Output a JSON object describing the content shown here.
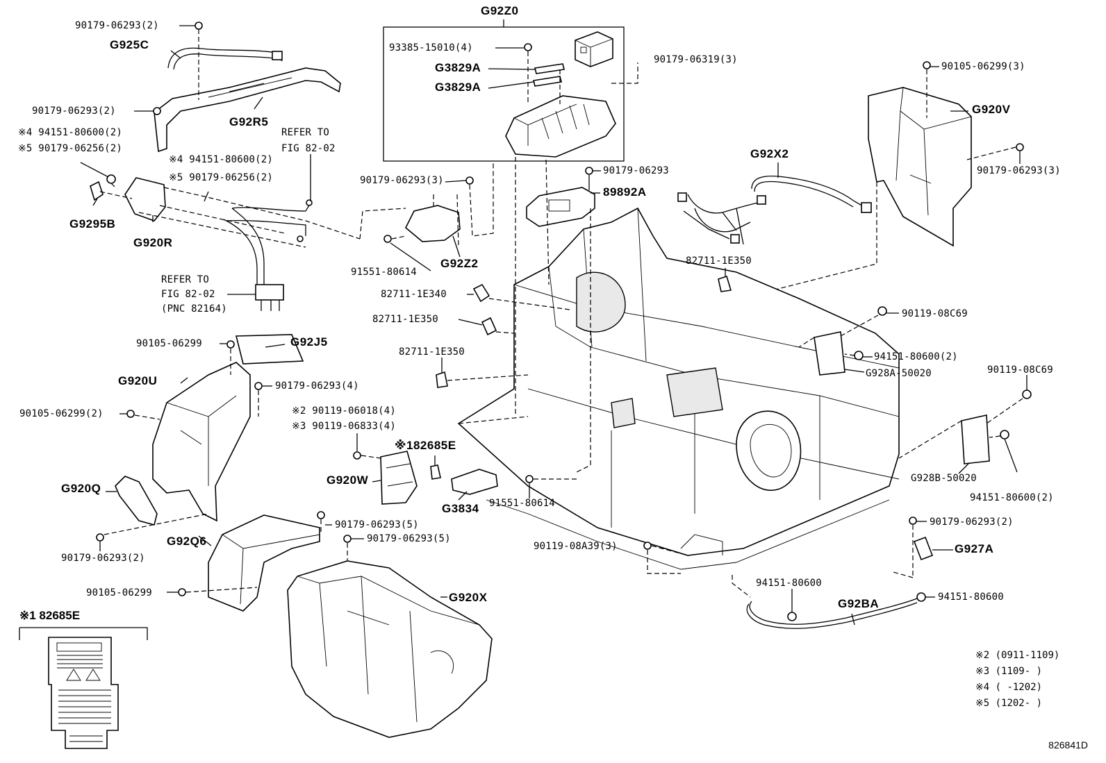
{
  "labels": {
    "l01": "90179-06293(2)",
    "l02": "G925C",
    "l03": "90179-06293(2)",
    "l04": "G92R5",
    "l05": "※4 94151-80600(2)",
    "l06": "※5 90179-06256(2)",
    "l07": "REFER TO",
    "l08": "FIG 82-02",
    "l09": "※4 94151-80600(2)",
    "l10": "※5 90179-06256(2)",
    "l11": "G9295B",
    "l12": "G920R",
    "l13": "REFER TO",
    "l14": "FIG 82-02",
    "l15": "(PNC 82164)",
    "l16": "G92Z0",
    "l17": "93385-15010(4)",
    "l18": "G3829A",
    "l19": "G3829A",
    "l20": "90179-06319(3)",
    "l21": "90179-06293(3)",
    "l22": "91551-80614",
    "l23": "G92Z2",
    "l24": "90179-06293",
    "l25": "89892A",
    "l26": "G92X2",
    "l27": "90105-06299(3)",
    "l28": "G920V",
    "l29": "90179-06293(3)",
    "l30": "82711-1E350",
    "l31": "82711-1E340",
    "l32": "82711-1E350",
    "l33": "82711-1E350",
    "l34": "90119-08C69",
    "l35": "94151-80600(2)",
    "l36": "G928A-50020",
    "l37": "90119-08C69",
    "l38": "90105-06299",
    "l39": "G92J5",
    "l40": "G920U",
    "l41": "90179-06293(4)",
    "l42": "90105-06299(2)",
    "l43": "※2 90119-06018(4)",
    "l44": "※3 90119-06833(4)",
    "l45": "※182685E",
    "l46": "G920W",
    "l47": "G3834",
    "l48": "91551-80614",
    "l49": "G928B-50020",
    "l50": "94151-80600(2)",
    "l51": "G920Q",
    "l52": "90179-06293(2)",
    "l53": "G92Q6",
    "l54": "90179-06293(5)",
    "l55": "90179-06293(5)",
    "l56": "90119-08A39(3)",
    "l57": "90179-06293(2)",
    "l58": "G927A",
    "l59": "90105-06299",
    "l60": "G920X",
    "l61": "94151-80600",
    "l62": "G92BA",
    "l63": "94151-80600"
  },
  "inset": {
    "title": "※1 82685E"
  },
  "legend": [
    "※2 (0911-1109)",
    "※3 (1109-     )",
    "※4 (     -1202)",
    "※5 (1202-     )"
  ],
  "drawing_code": "826841D"
}
